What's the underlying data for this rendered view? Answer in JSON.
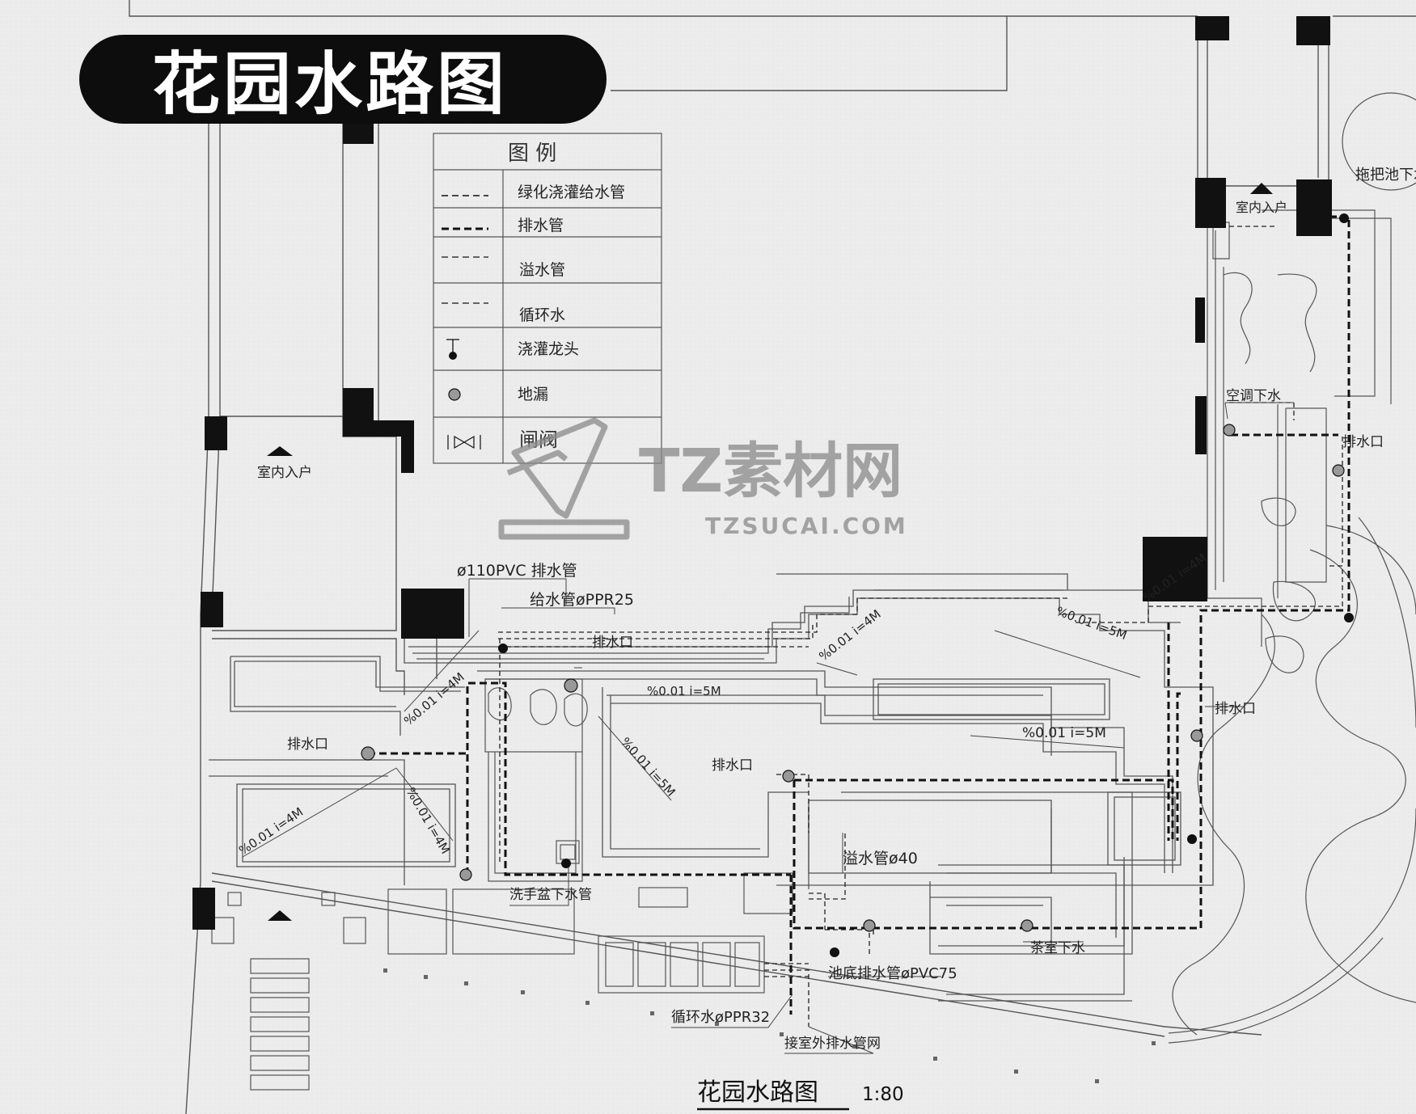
{
  "title_banner": "花园水路图",
  "legend": {
    "header": "图    例",
    "items": [
      {
        "label": "绿化浇灌给水管",
        "icon": "thin-dashed-line"
      },
      {
        "label": "排水管",
        "icon": "thick-dashed-line"
      },
      {
        "label": "溢水管",
        "icon": "thin-dashed-line"
      },
      {
        "label": "循环水",
        "icon": "thin-dashed-line"
      },
      {
        "label": "浇灌龙头",
        "icon": "faucet-dot-icon"
      },
      {
        "label": "地漏",
        "icon": "floor-drain-icon"
      },
      {
        "label": "闸阀",
        "icon": "gate-valve-icon"
      }
    ]
  },
  "labels": {
    "entry_left": "室内入户",
    "entry_right": "室内入户",
    "mop_sink": "拖把池下水",
    "ac_drain": "空调下水",
    "drain_outlet_right": "排水口",
    "drain_outlet_right2": "排水口",
    "drain_outlet_left": "排水口",
    "drain_outlet_center": "排水口",
    "drain_outlet_mid": "排水口",
    "pvc_drain": "ø110PVC 排水管",
    "supply_pipe": "给水管øPPR25",
    "overflow_pipe": "溢水管ø40",
    "basin_drain": "洗手盆下水管",
    "tea_room_drain": "茶室下水",
    "bottom_drain": "池底排水管øPVC75",
    "circulation": "循环水øPPR32",
    "connect_outdoor": "接室外排水管网",
    "slope_1": "%0.01  i=4M",
    "slope_2": "%0.01  i=5M",
    "slope_3": "%0.01  i=5M",
    "slope_4": "%0.01  i=5M",
    "slope_5": "%0.01  i=5M",
    "slope_6": "%0.01  i=4M",
    "slope_7": "%0.01  i=4M",
    "slope_8": "%0.01  i=4M",
    "slope_9": "%0.01  i=4M"
  },
  "footer": {
    "title": "花园水路图",
    "scale": "1:80"
  },
  "watermark": {
    "brand": "TZ素材网",
    "url": "TZSUCAI.COM"
  },
  "colors": {
    "paper": "#ececec",
    "ink": "#111111",
    "line": "#555555",
    "watermark": "#9a9a9a"
  }
}
